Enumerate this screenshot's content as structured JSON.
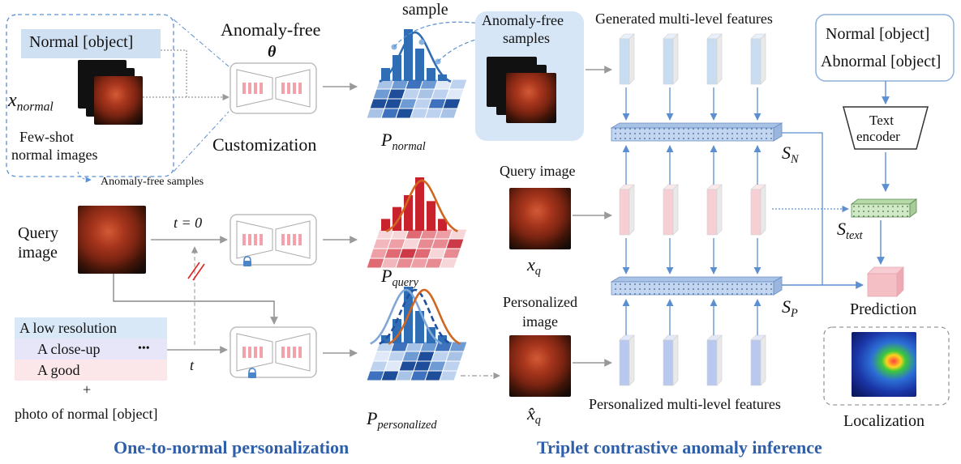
{
  "sections": {
    "left_title": "One-to-normal personalization",
    "right_title": "Triplet contrastive anomaly inference"
  },
  "customization": {
    "normal_prompt": "Normal [object]",
    "x_normal_var": "x",
    "x_normal_sub": "normal",
    "fewshot_line1": "Few-shot",
    "fewshot_line2": "normal images",
    "anomaly_free_label": "Anomaly-free",
    "theta": "θ",
    "customization_label": "Customization",
    "anomaly_free_samples_note": "Anomaly-free samples",
    "sample_label": "sample",
    "p_normal_var": "P",
    "p_normal_sub": "normal",
    "anomaly_free_box_line1": "Anomaly-free",
    "anomaly_free_box_line2": "samples",
    "generated_features": "Generated multi-level features"
  },
  "query": {
    "query_line1": "Query",
    "query_line2": "image",
    "t_eq_zero": "t =  0",
    "p_query_var": "P",
    "p_query_sub": "query",
    "query_image_label": "Query image",
    "x_q_var": "x",
    "x_q_sub": "q"
  },
  "prompts": {
    "low_res": "A low resolution",
    "close_up": "A close-up",
    "ellipsis": "•••",
    "good": "A  good",
    "plus": "+",
    "photo": "photo of normal [object]",
    "t_var": "t"
  },
  "personalized": {
    "p_pers_var": "P",
    "p_pers_sub": "personalized",
    "label_line1": "Personalized",
    "label_line2": "image",
    "xhat_var": "x̂",
    "xhat_sub": "q",
    "features": "Personalized multi-level features"
  },
  "inference": {
    "text_normal": "Normal [object]",
    "text_abnormal": "Abnormal [object]",
    "encoder_line1": "Text",
    "encoder_line2": "encoder",
    "sn_var": "S",
    "sn_sub": "N",
    "stext_var": "S",
    "stext_sub": "text",
    "sp_var": "S",
    "sp_sub": "P",
    "prediction": "Prediction",
    "localization": "Localization"
  },
  "chart_data": [
    {
      "type": "bar",
      "name": "P_normal",
      "values": [
        2,
        4,
        8,
        5,
        2,
        1
      ],
      "bar_color": "#2f6db4",
      "curves": [
        {
          "color": "#2f6db4",
          "style": "solid",
          "peak_index": 2.6
        }
      ]
    },
    {
      "type": "bar",
      "name": "P_query",
      "values": [
        2,
        4,
        6,
        9,
        5,
        2
      ],
      "bar_color": "#c8232c",
      "curves": [
        {
          "color": "#d0661f",
          "style": "solid",
          "peak_index": 3.2
        }
      ]
    },
    {
      "type": "bar",
      "name": "P_personalized",
      "values": [
        1,
        3,
        7,
        4,
        2,
        1
      ],
      "bar_color": "#2f6db4",
      "curves": [
        {
          "color": "#7fa7d8",
          "style": "solid",
          "peak_index": 1.8
        },
        {
          "color": "#1f4fa0",
          "style": "dashed",
          "peak_index": 2.6
        },
        {
          "color": "#d0661f",
          "style": "solid",
          "peak_index": 3.4
        }
      ]
    }
  ],
  "colors": {
    "blue_feature": "#c9ddf2",
    "red_feature": "#f6cfd4",
    "violet_feature": "#b9c8ee",
    "embed_blue": "#bcd3ee",
    "embed_green": "#cfe6c5",
    "prediction": "#f5bfc6",
    "arrow_gray": "#9a9a9a",
    "arrow_blue": "#5b8fd0"
  }
}
